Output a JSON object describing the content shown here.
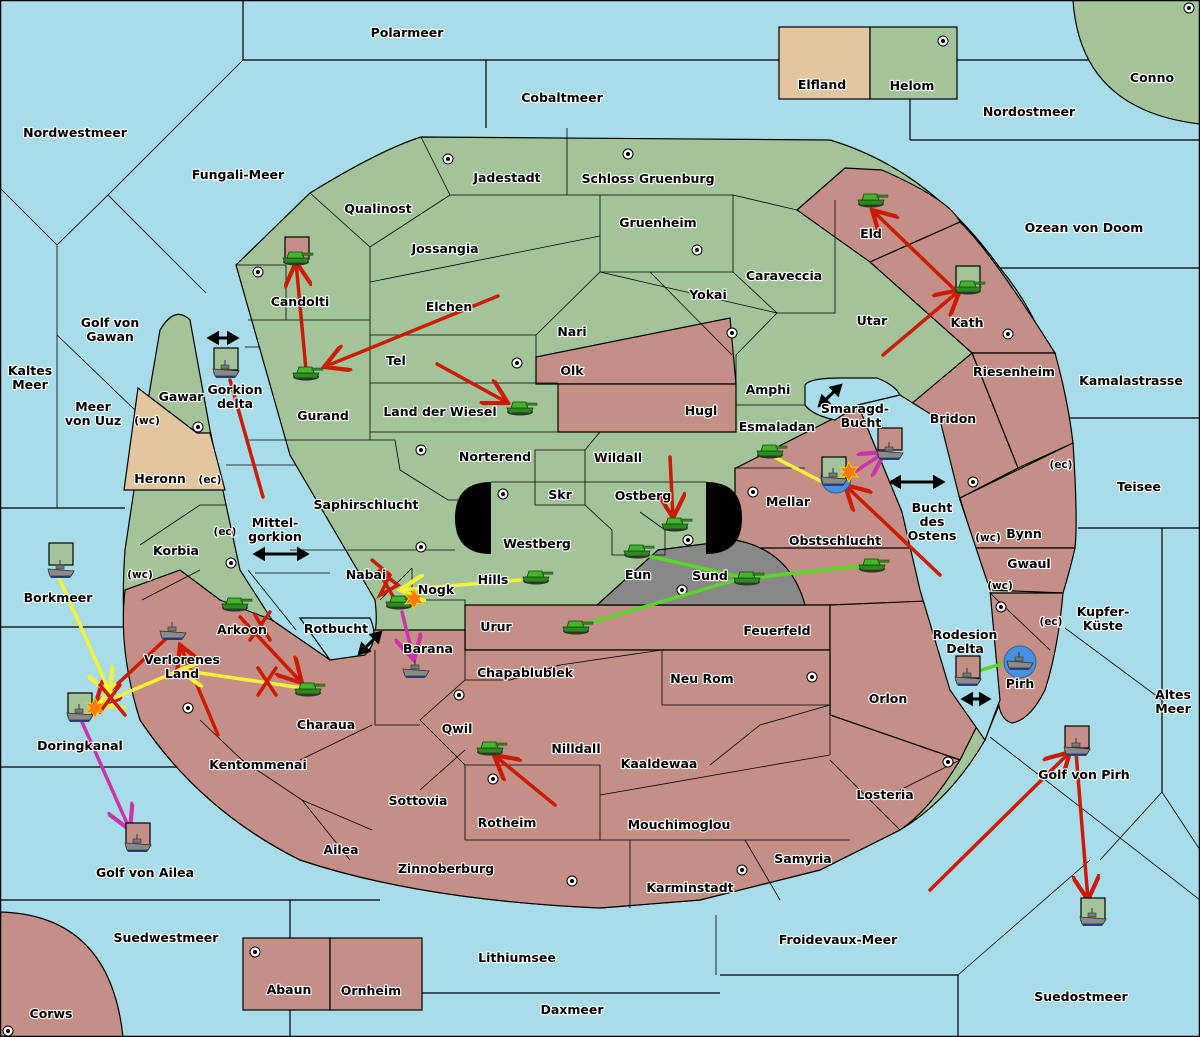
{
  "colors": {
    "sea": "#a8dce8",
    "green_power": "#a3c49a",
    "red_power": "#c38f86",
    "tan_neutral": "#e2c6a0",
    "impassable": "#000000",
    "grey_zone": "#888888",
    "order_hold_move": "#cc1a00",
    "order_support": "#f5f23a",
    "order_convoy": "#cc33aa",
    "order_green": "#5ad62a",
    "dislodged_ring": "#4a90e0"
  },
  "seas": [
    {
      "name": "Polarmeer"
    },
    {
      "name": "Cobaltmeer"
    },
    {
      "name": "Nordwestmeer"
    },
    {
      "name": "Fungali-Meer"
    },
    {
      "name": "Nordostmeer"
    },
    {
      "name": "Ozean von Doom"
    },
    {
      "name": "Golf von Gawan"
    },
    {
      "name": "Kaltes Meer"
    },
    {
      "name": "Meer von Uuz"
    },
    {
      "name": "Gorkion delta"
    },
    {
      "name": "Mittel-gorkion"
    },
    {
      "name": "Borkmeer"
    },
    {
      "name": "Doringkanal"
    },
    {
      "name": "Golf von Ailea"
    },
    {
      "name": "Rotbucht"
    },
    {
      "name": "Smaragd-Bucht"
    },
    {
      "name": "Bucht des Ostens"
    },
    {
      "name": "Kamalastrasse"
    },
    {
      "name": "Teisee"
    },
    {
      "name": "Kupfer-Küste"
    },
    {
      "name": "Rodesion Delta"
    },
    {
      "name": "Altes Meer"
    },
    {
      "name": "Golf von Pirh"
    },
    {
      "name": "Suedwestmeer"
    },
    {
      "name": "Lithiumsee"
    },
    {
      "name": "Daxmeer"
    },
    {
      "name": "Froidevaux-Meer"
    },
    {
      "name": "Suedostmeer"
    }
  ],
  "labels": {
    "polarmeer": "Polarmeer",
    "cobaltmeer": "Cobaltmeer",
    "nordwestmeer": "Nordwestmeer",
    "fungali": "Fungali-Meer",
    "nordostmeer": "Nordostmeer",
    "ozean": "Ozean von Doom",
    "gawan1": "Golf von",
    "gawan2": "Gawan",
    "kaltes1": "Kaltes",
    "kaltes2": "Meer",
    "uuz1": "Meer",
    "uuz2": "von Uuz",
    "gorkion1": "Gorkion",
    "gorkion2": "delta",
    "mittel1": "Mittel-",
    "mittel2": "gorkion",
    "borkmeer": "Borkmeer",
    "doringkanal": "Doringkanal",
    "ailea_golf": "Golf von Ailea",
    "rotbucht": "Rotbucht",
    "smaragd1": "Smaragd-",
    "smaragd2": "Bucht",
    "bucht1": "Bucht",
    "bucht2": "des",
    "bucht3": "Ostens",
    "kamalastrasse": "Kamalastrasse",
    "teisee": "Teisee",
    "kupfer1": "Kupfer-",
    "kupfer2": "Küste",
    "rodesion1": "Rodesion",
    "rodesion2": "Delta",
    "altes1": "Altes",
    "altes2": "Meer",
    "pirh_golf": "Golf von Pirh",
    "suedwestmeer": "Suedwestmeer",
    "lithiumsee": "Lithiumsee",
    "daxmeer": "Daxmeer",
    "froidevaux": "Froidevaux-Meer",
    "suedostmeer": "Suedostmeer",
    "elfland": "Elfland",
    "helom": "Helom",
    "conno": "Conno",
    "jadestadt": "Jadestadt",
    "schloss": "Schloss Gruenburg",
    "qualinost": "Qualinost",
    "jossangia": "Jossangia",
    "gruenheim": "Gruenheim",
    "candolti": "Candolti",
    "caraveccia": "Caraveccia",
    "eld": "Eld",
    "elchen": "Elchen",
    "yokai": "Yokai",
    "kath": "Kath",
    "nari": "Nari",
    "utar": "Utar",
    "tel": "Tel",
    "olk": "Olk",
    "riesenheim": "Riesenheim",
    "gawar": "Gawar",
    "gurand": "Gurand",
    "wiesel": "Land der Wiesel",
    "amphi": "Amphi",
    "hugl": "Hugl",
    "bridon": "Bridon",
    "heronn": "Heronn",
    "esmaladan": "Esmaladan",
    "norterend": "Norterend",
    "wildall": "Wildall",
    "skr": "Skr",
    "ostberg": "Ostberg",
    "mellar": "Mellar",
    "saphir": "Saphirschlucht",
    "westberg": "Westberg",
    "obstschlucht": "Obstschlucht",
    "bynn": "Bynn",
    "korbia": "Korbia",
    "nabai": "Nabai",
    "hills": "Hills",
    "eun": "Eun",
    "sund": "Sund",
    "gwaul": "Gwaul",
    "nogk": "Nogk",
    "arkoon": "Arkoon",
    "urur": "Urur",
    "feuerfeld": "Feuerfeld",
    "verlorenes1": "Verlorenes",
    "verlorenes2": "Land",
    "barana": "Barana",
    "chapablublek": "Chapablublek",
    "neurom": "Neu Rom",
    "orlon": "Orlon",
    "pirh": "Pirh",
    "charaua": "Charaua",
    "qwil": "Qwil",
    "nilldall": "Nilldall",
    "kentommenai": "Kentommenai",
    "kaaldewaa": "Kaaldewaa",
    "losteria": "Losteria",
    "sottovia": "Sottovia",
    "rotheim": "Rotheim",
    "mouchimoglou": "Mouchimoglou",
    "ailea": "Ailea",
    "samyria": "Samyria",
    "zinnoberburg": "Zinnoberburg",
    "karminstadt": "Karminstadt",
    "abaun": "Abaun",
    "ornheim": "Ornheim",
    "corws": "Corws",
    "wc": "(wc)",
    "ec": "(ec)"
  },
  "units": [
    {
      "type": "army",
      "province": "Candolti"
    },
    {
      "type": "army",
      "province": "Gurand"
    },
    {
      "type": "army",
      "province": "Land der Wiesel"
    },
    {
      "type": "army",
      "province": "Eld"
    },
    {
      "type": "army",
      "province": "Kath"
    },
    {
      "type": "army",
      "province": "Esmaladan"
    },
    {
      "type": "army",
      "province": "Ostberg"
    },
    {
      "type": "army",
      "province": "Eun"
    },
    {
      "type": "army",
      "province": "Sund"
    },
    {
      "type": "army",
      "province": "Obstschlucht"
    },
    {
      "type": "army",
      "province": "Hills"
    },
    {
      "type": "army",
      "province": "Nogk"
    },
    {
      "type": "army",
      "province": "Urur"
    },
    {
      "type": "army",
      "province": "Arkoon"
    },
    {
      "type": "army",
      "province": "Charaua"
    },
    {
      "type": "army",
      "province": "Qwil"
    },
    {
      "type": "fleet",
      "province": "Gorkion delta"
    },
    {
      "type": "fleet",
      "province": "Borkmeer"
    },
    {
      "type": "fleet",
      "province": "Verlorenes Land"
    },
    {
      "type": "fleet",
      "province": "Doringkanal"
    },
    {
      "type": "fleet",
      "province": "Golf von Ailea"
    },
    {
      "type": "fleet",
      "province": "Barana"
    },
    {
      "type": "fleet",
      "province": "Smaragd-Bucht"
    },
    {
      "type": "fleet",
      "province": "Mellar"
    },
    {
      "type": "fleet",
      "province": "Rodesion Delta"
    },
    {
      "type": "fleet",
      "province": "Pirh"
    },
    {
      "type": "fleet",
      "province": "Golf von Pirh"
    },
    {
      "type": "fleet",
      "province": "Suedostmeer"
    }
  ]
}
